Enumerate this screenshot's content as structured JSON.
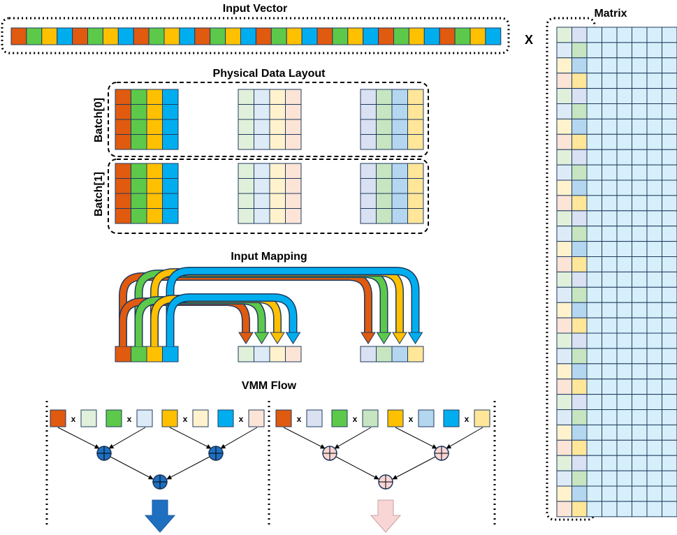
{
  "titles": {
    "input_vector": "Input Vector",
    "matrix": "Matrix",
    "physical_layout": "Physical Data Layout",
    "input_mapping": "Input Mapping",
    "vmm_flow": "VMM Flow"
  },
  "operators": {
    "times": "X",
    "mult": "x"
  },
  "batch_labels": [
    "Batch[0]",
    "Batch[1]"
  ],
  "colors": {
    "orange": "#E05A0F",
    "green": "#5DC94A",
    "yellow": "#FFC000",
    "blue": "#00AEEF",
    "light_green": "#E1F0DA",
    "light_blue": "#DDEBF7",
    "light_yellow": "#FFF2CC",
    "light_pink": "#FCE4D6",
    "lavender": "#D9E1F2",
    "mint": "#C6E5C0",
    "sky": "#B4D6EF",
    "pale_yellow": "#FFE699",
    "matrix_fill": "#D6EFFA",
    "node_dark": "#1F6FC0",
    "node_light": "#F9D6D6"
  }
}
